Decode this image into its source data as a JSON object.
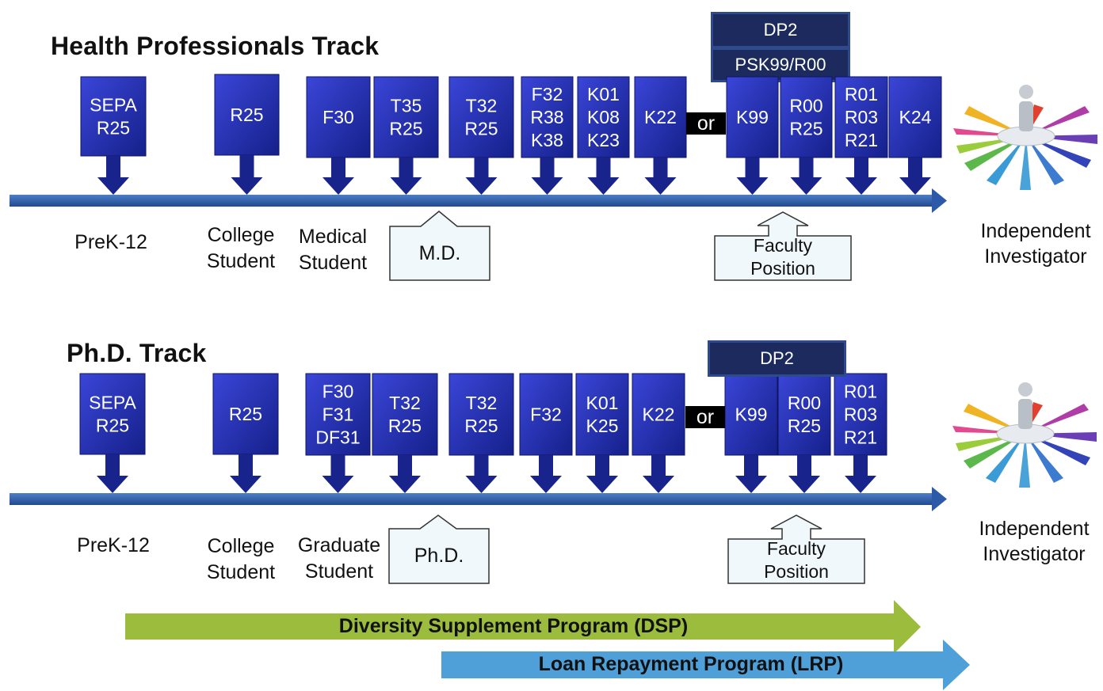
{
  "hp": {
    "title": "Health Professionals Track",
    "top_dp2": "DP2",
    "top_psk": "PSK99/R00",
    "or": "or",
    "stages": {
      "prek": "PreK-12",
      "college": "College\nStudent",
      "student": "Medical\nStudent",
      "degree": "M.D.",
      "faculty": "Faculty\nPosition",
      "independent": "Independent\nInvestigator"
    },
    "awards": [
      [
        "SEPA",
        "R25"
      ],
      [
        "R25"
      ],
      [
        "F30"
      ],
      [
        "T35",
        "R25"
      ],
      [
        "T32",
        "R25"
      ],
      [
        "F32",
        "R38",
        "K38"
      ],
      [
        "K01",
        "K08",
        "K23"
      ],
      [
        "K22"
      ],
      [
        "K99"
      ],
      [
        "R00",
        "R25"
      ],
      [
        "R01",
        "R03",
        "R21"
      ],
      [
        "K24"
      ]
    ]
  },
  "phd": {
    "title": "Ph.D. Track",
    "top_dp2": "DP2",
    "or": "or",
    "stages": {
      "prek": "PreK-12",
      "college": "College\nStudent",
      "student": "Graduate\nStudent",
      "degree": "Ph.D.",
      "faculty": "Faculty\nPosition",
      "independent": "Independent\nInvestigator"
    },
    "awards": [
      [
        "SEPA",
        "R25"
      ],
      [
        "R25"
      ],
      [
        "F30",
        "F31",
        "DF31"
      ],
      [
        "T32",
        "R25"
      ],
      [
        "T32",
        "R25"
      ],
      [
        "F32"
      ],
      [
        "K01",
        "K25"
      ],
      [
        "K22"
      ],
      [
        "K99"
      ],
      [
        "R00",
        "R25"
      ],
      [
        "R01",
        "R03",
        "R21"
      ]
    ]
  },
  "programs": {
    "dsp": "Diversity Supplement Program (DSP)",
    "lrp": "Loan Repayment Program (LRP)"
  },
  "colors": {
    "award_blue": "#1f2aa8",
    "timeline_blue": "#2c5aa8",
    "navy_box": "#1c2a5e",
    "dsp_green": "#9cbc3e",
    "lrp_blue": "#4f9fd9"
  },
  "icons": {
    "independent": "person-on-radiating-arrows-icon"
  }
}
